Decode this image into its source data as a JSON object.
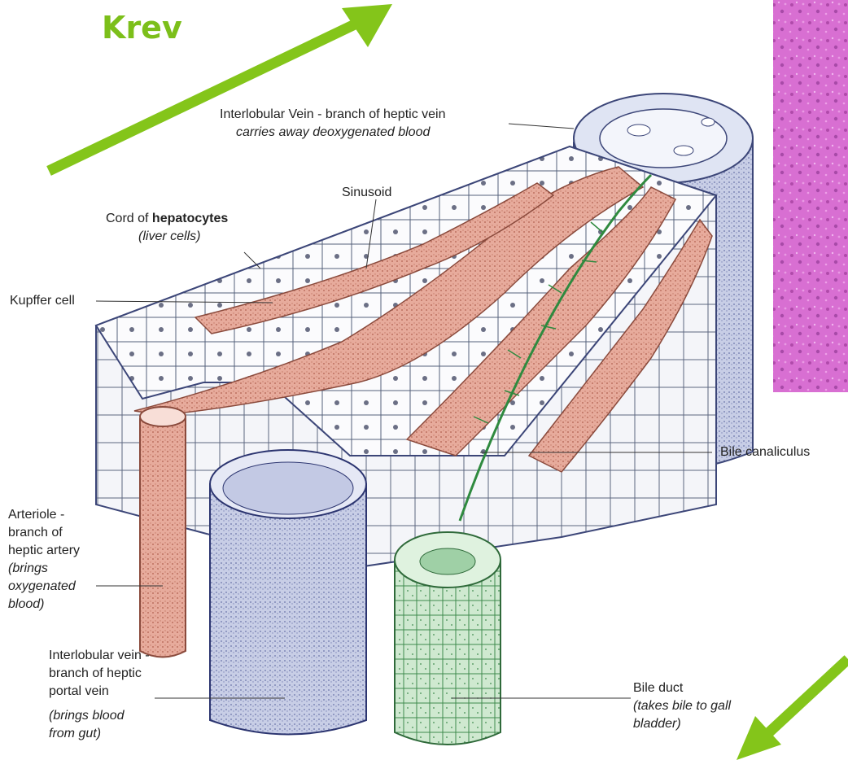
{
  "title": "Krev",
  "colors": {
    "accent_green": "#84c51a",
    "blood_red": "#d98a78",
    "vein_blue": "#a9b3d6",
    "bile_green": "#7fc48a",
    "histology_pink": "#d46ad0"
  },
  "labels": {
    "interlobular_vein_top_line1": "Interlobular Vein - branch of heptic vein",
    "interlobular_vein_top_line2": "carries away deoxygenated blood",
    "sinusoid": "Sinusoid",
    "cord_prefix": "Cord of ",
    "cord_bold": "hepatocytes",
    "cord_line2": "(liver cells)",
    "kupffer": "Kupffer cell",
    "bile_canaliculus": "Bile canaliculus",
    "arteriole_line1": "Arteriole -",
    "arteriole_line2": "branch of",
    "arteriole_line3": "heptic artery",
    "arteriole_line4": "(brings",
    "arteriole_line5": "oxygenated",
    "arteriole_line6": "blood)",
    "portal_line1": "Interlobular vein -",
    "portal_line2": "branch of heptic",
    "portal_line3": "portal vein",
    "portal_line4": "(brings blood",
    "portal_line5": "from gut)",
    "bile_duct_line1": "Bile duct",
    "bile_duct_line2": "(takes bile to gall",
    "bile_duct_line3": "bladder)"
  }
}
